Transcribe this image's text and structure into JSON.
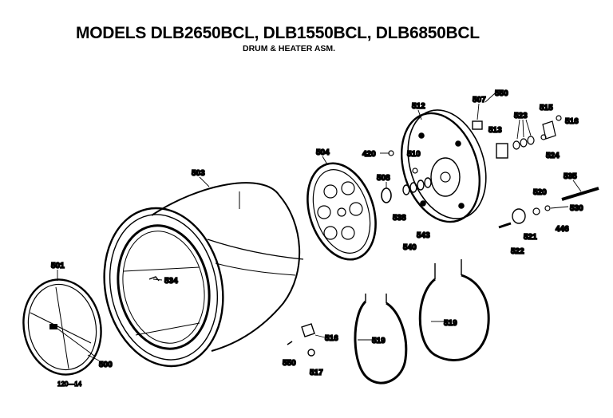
{
  "header": {
    "title": "MODELS DLB2650BCL, DLB1550BCL, DLB6850BCL",
    "subtitle": "DRUM & HEATER ASM."
  },
  "footer_note": "120—14",
  "parts": {
    "p500": "500",
    "p501": "501",
    "p503": "503",
    "p504": "504",
    "p507": "507",
    "p508": "508",
    "p510": "510",
    "p512": "512",
    "p513": "513",
    "p515": "515",
    "p516a": "516",
    "p516b": "516",
    "p517": "517",
    "p519a": "519",
    "p519b": "519",
    "p520": "520",
    "p521": "521",
    "p522": "522",
    "p523": "523",
    "p524": "524",
    "p530": "530",
    "p534": "534",
    "p535": "535",
    "p538": "538",
    "p540": "540",
    "p543": "543",
    "p550a": "550",
    "p550b": "550",
    "p420": "420",
    "p446": "446"
  }
}
